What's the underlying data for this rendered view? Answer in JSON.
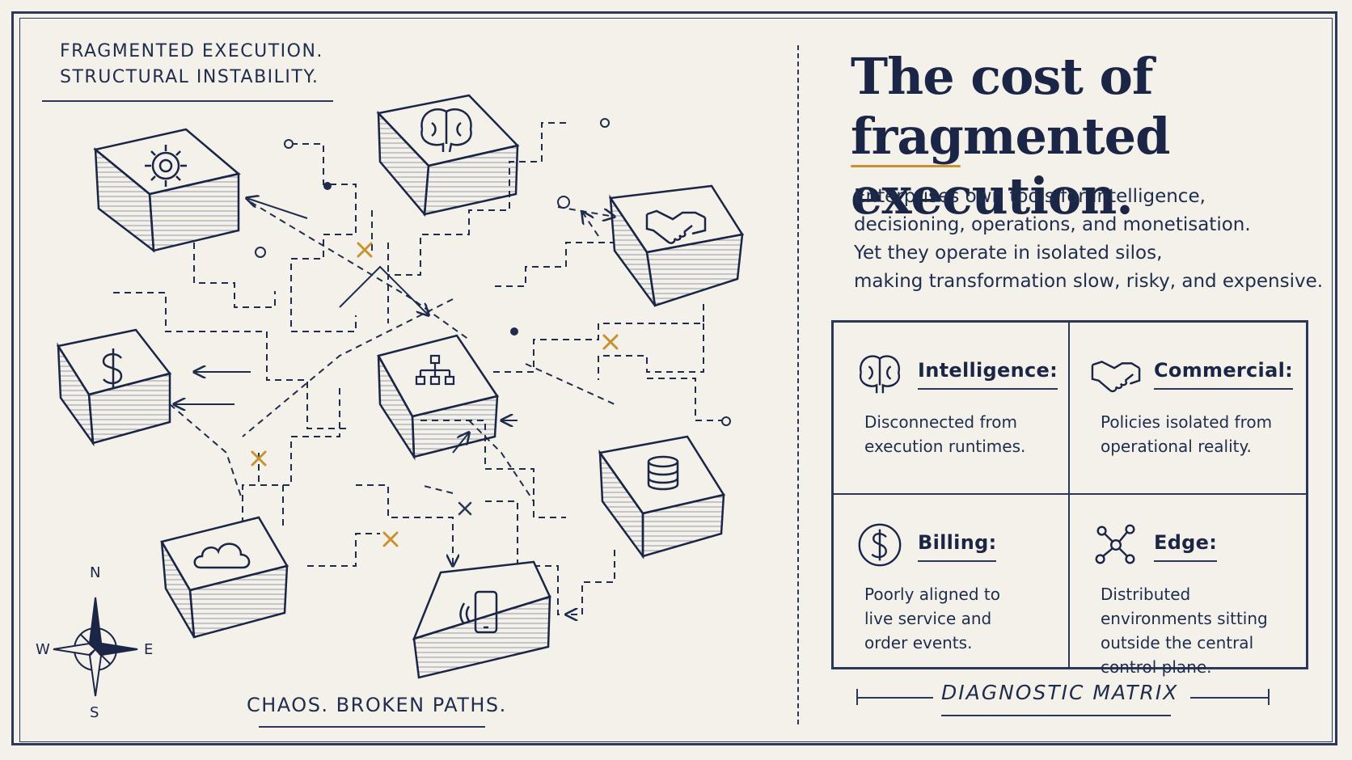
{
  "left_panel": {
    "caption_line1": "FRAGMENTED EXECUTION.",
    "caption_line2": "STRUCTURAL INSTABILITY.",
    "bottom_caption": "CHAOS. BROKEN PATHS.",
    "compass": {
      "n": "N",
      "s": "S",
      "e": "E",
      "w": "W"
    },
    "blocks": [
      {
        "icon": "gear-icon"
      },
      {
        "icon": "brain-icon"
      },
      {
        "icon": "handshake-icon"
      },
      {
        "icon": "dollar-icon"
      },
      {
        "icon": "hierarchy-icon"
      },
      {
        "icon": "database-icon"
      },
      {
        "icon": "cloud-icon"
      },
      {
        "icon": "smartphone-icon"
      }
    ],
    "accent_color": "#c8922e",
    "ink_color": "#1f2d4d"
  },
  "right_panel": {
    "title_line1": "The cost of",
    "title_line2": "fragmented execution.",
    "intro_lines": [
      "Enterprises own tools for intelligence,",
      "decisioning, operations, and monetisation.",
      "Yet they operate in isolated silos,",
      "making transformation slow, risky, and expensive."
    ],
    "matrix": [
      {
        "title": "Intelligence:",
        "icon": "brain-icon",
        "body": [
          "Disconnected from",
          "execution runtimes."
        ]
      },
      {
        "title": "Commercial:",
        "icon": "handshake-icon",
        "body": [
          "Policies isolated from",
          "operational reality."
        ]
      },
      {
        "title": "Billing:",
        "icon": "dollar-icon",
        "body": [
          "Poorly aligned to",
          "live service and",
          "order events."
        ]
      },
      {
        "title": "Edge:",
        "icon": "network-node-icon",
        "body": [
          "Distributed",
          "environments sitting",
          "outside the central",
          "control plane."
        ]
      }
    ],
    "footer_label": "DIAGNOSTIC MATRIX"
  }
}
